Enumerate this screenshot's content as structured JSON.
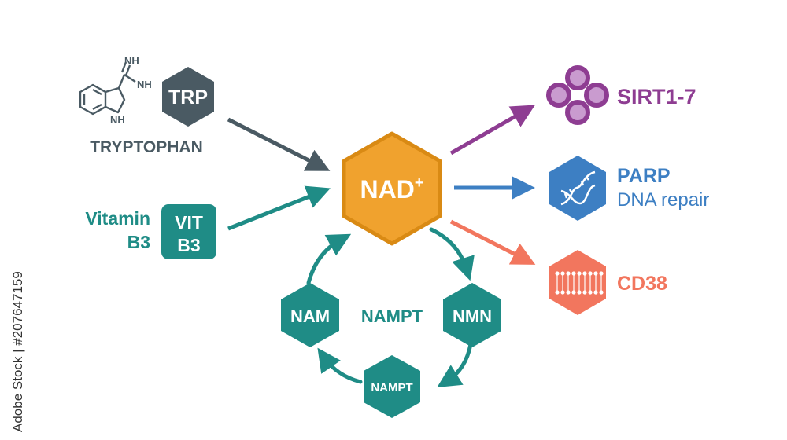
{
  "colors": {
    "trp": "#4a5a63",
    "teal": "#1f8c86",
    "nad": "#f0a22e",
    "nad_border": "#d98a14",
    "sirt": "#8e3d92",
    "sirt_light": "#c99bcf",
    "parp": "#3d7fc3",
    "cd38": "#f2765e",
    "text_dark": "#4a5a63"
  },
  "inputs": {
    "tryptophan": {
      "badge": "TRP",
      "label": "TRYPTOPHAN",
      "molecule_nh_top": "NH",
      "molecule_nh_side": "NH",
      "molecule_nh_ring": "NH",
      "icon": "indole-molecule-icon"
    },
    "vitamin_b3": {
      "badge_line1": "VIT",
      "badge_line2": "B3",
      "label_line1": "Vitamin",
      "label_line2": "B3"
    }
  },
  "center": {
    "label": "NAD",
    "superscript": "+"
  },
  "cycle": {
    "nam": "NAM",
    "nmn": "NMN",
    "nampt_center": "NAMPT",
    "nampt_node": "NAMPT"
  },
  "outputs": {
    "sirt": {
      "label": "SIRT1-7",
      "icon": "four-circles-icon"
    },
    "parp": {
      "label": "PARP",
      "sublabel": "DNA repair",
      "icon": "dna-helix-icon"
    },
    "cd38": {
      "label": "CD38",
      "icon": "membrane-icon"
    }
  },
  "stock_id": "Adobe Stock | #207647159"
}
